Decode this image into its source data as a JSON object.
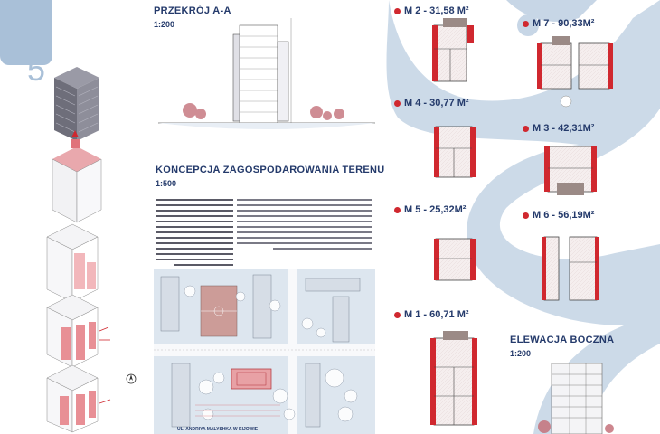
{
  "section_number": "5",
  "section_a": {
    "title": "PRZEKRÓJ A-A",
    "scale": "1:200"
  },
  "concept": {
    "title": "KONCEPCJA ZAGOSPODAROWANIA TERENU",
    "scale": "1:500"
  },
  "site_label": "ul. Andriya Malyshka w Kijowie",
  "side_elevation": {
    "title": "ELEWACJA BOCZNA",
    "scale": "1:200"
  },
  "units": [
    {
      "id": "M 2",
      "label": "M 2 - 31,58 M²"
    },
    {
      "id": "M 7",
      "label": "M 7 - 90,33M²"
    },
    {
      "id": "M 4",
      "label": "M 4 - 30,77 M²"
    },
    {
      "id": "M 3",
      "label": "M 3 - 42,31M²"
    },
    {
      "id": "M 5",
      "label": "M 5 - 25,32M²"
    },
    {
      "id": "M 6",
      "label": "M 6 - 56,19M²"
    },
    {
      "id": "M 1",
      "label": "M 1 - 60,71 M²"
    }
  ],
  "colors": {
    "accent_red": "#d0282f",
    "navy": "#243a6b",
    "river_blue": "#a9c0d8",
    "pale_blue": "#c9d8e8"
  }
}
